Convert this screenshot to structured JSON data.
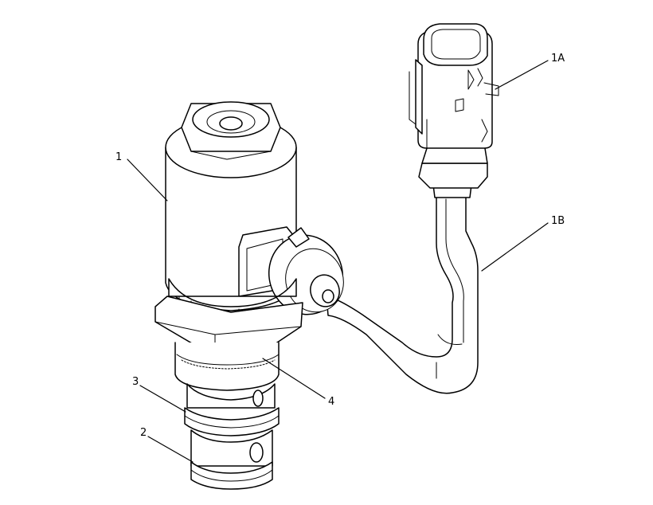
{
  "callouts": {
    "c1": "1",
    "c1a": "1A",
    "c1b": "1B",
    "c2": "2",
    "c3": "3",
    "c4": "4"
  },
  "colors": {
    "line": "#000000",
    "background": "#ffffff"
  }
}
